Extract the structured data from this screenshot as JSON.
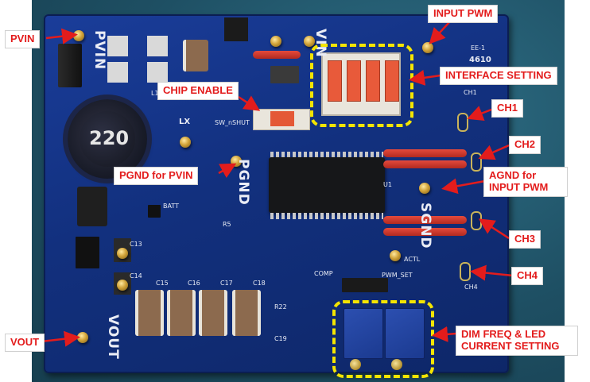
{
  "callouts": {
    "pvin": "PVIN",
    "input_pwm": "INPUT PWM",
    "interface_setting": "INTERFACE SETTING",
    "chip_enable": "CHIP ENABLE",
    "ch1": "CH1",
    "ch2": "CH2",
    "pgnd_for_pvin": "PGND for PVIN",
    "agnd_line1": "AGND for",
    "agnd_line2": "INPUT PWM",
    "ch3": "CH3",
    "ch4": "CH4",
    "vout": "VOUT",
    "dim_line1": "DIM FREQ & LED",
    "dim_line2": "CURRENT SETTING"
  },
  "silkscreen": {
    "pvin": "PVIN",
    "vin": "VIN",
    "pgnd": "PGND",
    "vout": "VOUT",
    "sgnd": "SGND",
    "lx": "LX",
    "batt": "BATT",
    "sw_nshut": "SW_nSHUT",
    "actl": "ACTL",
    "pwm_set": "PWM_SET",
    "ch1": "CH1",
    "ch4": "CH4",
    "inductor_value": "220",
    "c15": "C15",
    "c16": "C16",
    "c17": "C17",
    "c18": "C18",
    "c13": "C13",
    "c14": "C14",
    "r5": "R5",
    "r22": "R22",
    "c19": "C19",
    "comp": "COMP",
    "u1": "U1",
    "board_id": "4610",
    "board_rev": "EE-1",
    "l1": "L1"
  },
  "colors": {
    "callout_text": "#e31c1c",
    "highlight_dash": "#f5e500",
    "pcb": "#12307e"
  }
}
